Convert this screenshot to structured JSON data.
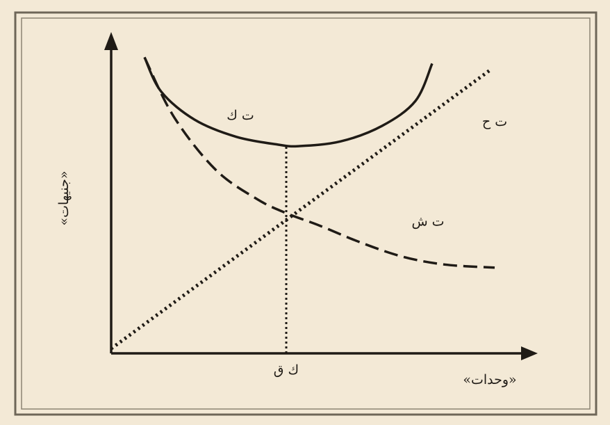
{
  "chart_data": {
    "type": "line",
    "title": "",
    "xlabel": "«وحدات»",
    "ylabel": "«جنيهات»",
    "xlim": [
      0,
      10
    ],
    "ylim": [
      0,
      10
    ],
    "x_tick_labels": [
      {
        "x": 4.2,
        "label": "ك ق"
      }
    ],
    "series": [
      {
        "name": "ت ك",
        "style": "solid",
        "points": [
          [
            0.8,
            9.5
          ],
          [
            1.2,
            8.4
          ],
          [
            2,
            7.5
          ],
          [
            3,
            6.95
          ],
          [
            4,
            6.7
          ],
          [
            4.5,
            6.65
          ],
          [
            5.5,
            6.8
          ],
          [
            6.5,
            7.3
          ],
          [
            7.3,
            8.1
          ],
          [
            7.7,
            9.3
          ]
        ]
      },
      {
        "name": "ت ش",
        "style": "dashed",
        "points": [
          [
            0.8,
            9.5
          ],
          [
            1.5,
            7.6
          ],
          [
            2.5,
            5.9
          ],
          [
            3.5,
            4.95
          ],
          [
            4.2,
            4.5
          ],
          [
            5,
            4.1
          ],
          [
            6,
            3.55
          ],
          [
            7,
            3.1
          ],
          [
            8,
            2.85
          ],
          [
            9.2,
            2.75
          ]
        ]
      },
      {
        "name": "ت ح",
        "style": "dotted",
        "points": [
          [
            0,
            0.15
          ],
          [
            9.1,
            9.1
          ]
        ]
      },
      {
        "name": "",
        "style": "dashed-vertical",
        "points": [
          [
            4.2,
            0
          ],
          [
            4.2,
            6.7
          ]
        ]
      }
    ],
    "annotations": [
      {
        "text": "ت ك",
        "x": 3.1,
        "y": 7.5
      },
      {
        "text": "ت ح",
        "x": 9.2,
        "y": 7.3
      },
      {
        "text": "ت ش",
        "x": 7.6,
        "y": 4.1
      }
    ],
    "grid": false,
    "legend": "none"
  }
}
